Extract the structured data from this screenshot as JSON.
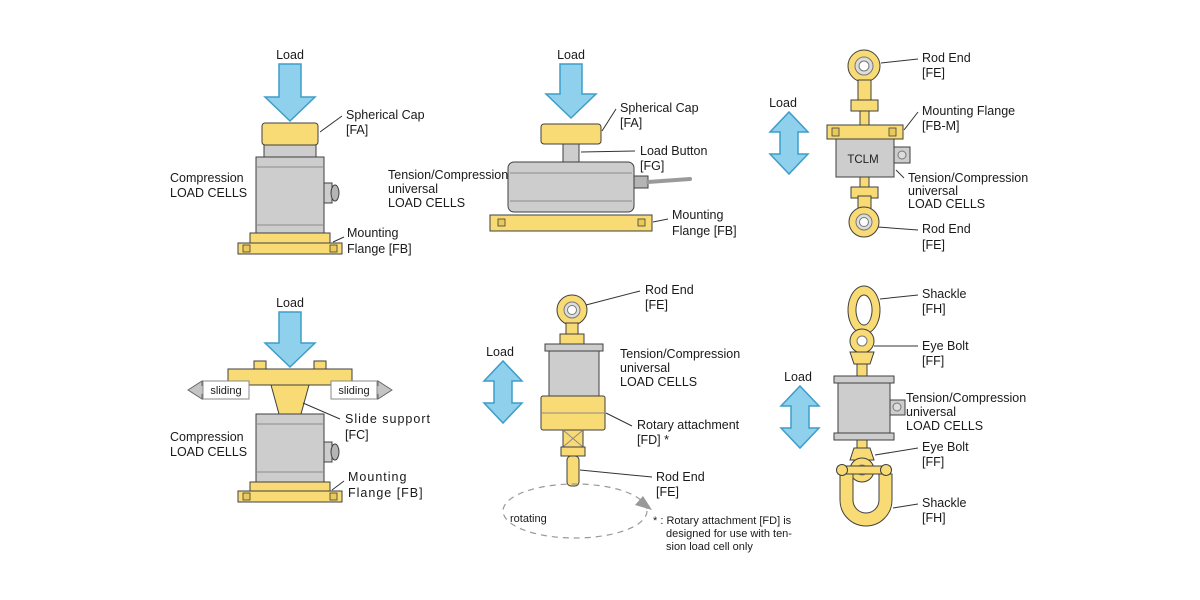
{
  "colors": {
    "part_yellow": "#F8DB74",
    "part_gray": "#CDCDCD",
    "load_arrow_blue": "#8FD0EC",
    "slide_arrow_gray": "#C4C4C4",
    "outline": "#3F3F3F"
  },
  "figures": {
    "compression_basic": {
      "load": "Load",
      "spherical_cap_1": "Spherical Cap",
      "spherical_cap_2": "[FA]",
      "type_1": "Compression",
      "type_2": "LOAD CELLS",
      "flange_1": "Mounting",
      "flange_2": "Flange [FB]"
    },
    "universal_compression": {
      "load": "Load",
      "spherical_cap_1": "Spherical Cap",
      "spherical_cap_2": "[FA]",
      "load_button_1": "Load Button",
      "load_button_2": "[FG]",
      "type_1": "Tension/Compression",
      "type_2": "universal",
      "type_3": "LOAD CELLS",
      "flange_1": "Mounting",
      "flange_2": "Flange [FB]"
    },
    "tclm_tension": {
      "load": "Load",
      "rod_end_top_1": "Rod End",
      "rod_end_top_2": "[FE]",
      "flange_1": "Mounting Flange",
      "flange_2": "[FB-M]",
      "body": "TCLM",
      "type_1": "Tension/Compression",
      "type_2": "universal",
      "type_3": "LOAD CELLS",
      "rod_end_bottom_1": "Rod End",
      "rod_end_bottom_2": "[FE]"
    },
    "compression_slide": {
      "load": "Load",
      "sliding_left": "sliding",
      "sliding_right": "sliding",
      "slide_support_1": "Slide support",
      "slide_support_2": "[FC]",
      "type_1": "Compression",
      "type_2": "LOAD CELLS",
      "flange_1": "Mounting",
      "flange_2": "Flange [FB]"
    },
    "universal_rotary": {
      "load": "Load",
      "rod_end_top_1": "Rod End",
      "rod_end_top_2": "[FE]",
      "type_1": "Tension/Compression",
      "type_2": "universal",
      "type_3": "LOAD CELLS",
      "rotary_1": "Rotary attachment",
      "rotary_2": "[FD] *",
      "rod_end_bottom_1": "Rod End",
      "rod_end_bottom_2": "[FE]",
      "rotating": "rotating",
      "footnote_1": "* : Rotary attachment [FD] is",
      "footnote_2": "designed for use with ten-",
      "footnote_3": "sion load cell only"
    },
    "universal_shackle": {
      "load": "Load",
      "shackle_top_1": "Shackle",
      "shackle_top_2": "[FH]",
      "eye_bolt_top_1": "Eye Bolt",
      "eye_bolt_top_2": "[FF]",
      "type_1": "Tension/Compression",
      "type_2": "universal",
      "type_3": "LOAD CELLS",
      "eye_bolt_bottom_1": "Eye Bolt",
      "eye_bolt_bottom_2": "[FF]",
      "shackle_bottom_1": "Shackle",
      "shackle_bottom_2": "[FH]"
    }
  }
}
